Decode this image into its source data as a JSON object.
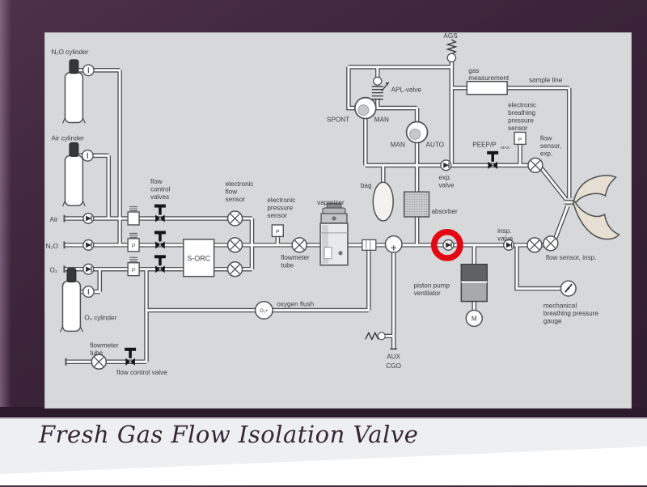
{
  "slide": {
    "title": "Fresh Gas Flow Isolation Valve"
  },
  "colors": {
    "red_highlight": "#e30613",
    "panel_background": "#d7d8da",
    "slide_background": "#3a2338",
    "title_color": "#352637"
  },
  "diagram": {
    "labels": {
      "n2o_cylinder": "N₂O cylinder",
      "air_cylinder": "Air cylinder",
      "o2_cylinder": "O₂ cylinder",
      "gas_air": "Air",
      "gas_n2o": "N₂O",
      "gas_o2": "O₂",
      "flow_control_valves": "flow\ncontrol\nvalves",
      "electronic_flow_sensor": "electronic\nflow\nsensor",
      "electronic_pressure_sensor": "electronic\npressure\nsensor",
      "pressure_p": "P",
      "s_orc": "S-ORC",
      "flowmeter_tube": "flowmeter\ntube",
      "flowmeter_tube_aux": "flowmeter\ntube",
      "vaporizer": "vaporizer",
      "oxygen_flush": "oxygen flush",
      "o2_plus": "O₂+",
      "flow_control_valve": "flow control valve",
      "aux_cgo": "AUX\nCGO",
      "piston_pump_ventilator": "piston pump\nventilator",
      "motor_m": "M",
      "ags": "AGS",
      "apl_valve": "APL-valve",
      "spont": "SPONT",
      "man_left": "MAN",
      "man": "MAN",
      "auto": "AUTO",
      "bag": "bag",
      "exp_valve": "exp.\nvalve",
      "absorber": "absorber",
      "insp_valve": "insp.\nvalve",
      "gas_measurement": "gas\nmeasurement",
      "sample_line": "sample line",
      "electronic_breathing_pressure_sensor": "electronic\nbreathing\npressure\nsensor",
      "peep_pmax": "PEEP/P",
      "peep_pmax_sub": "MAX",
      "flow_sensor_exp": "flow\nsensor,\nexp.",
      "flow_sensor_insp": "flow sensor, insp.",
      "mechanical_gauge": "mechanical\nbreathing pressure\ngauge"
    }
  }
}
